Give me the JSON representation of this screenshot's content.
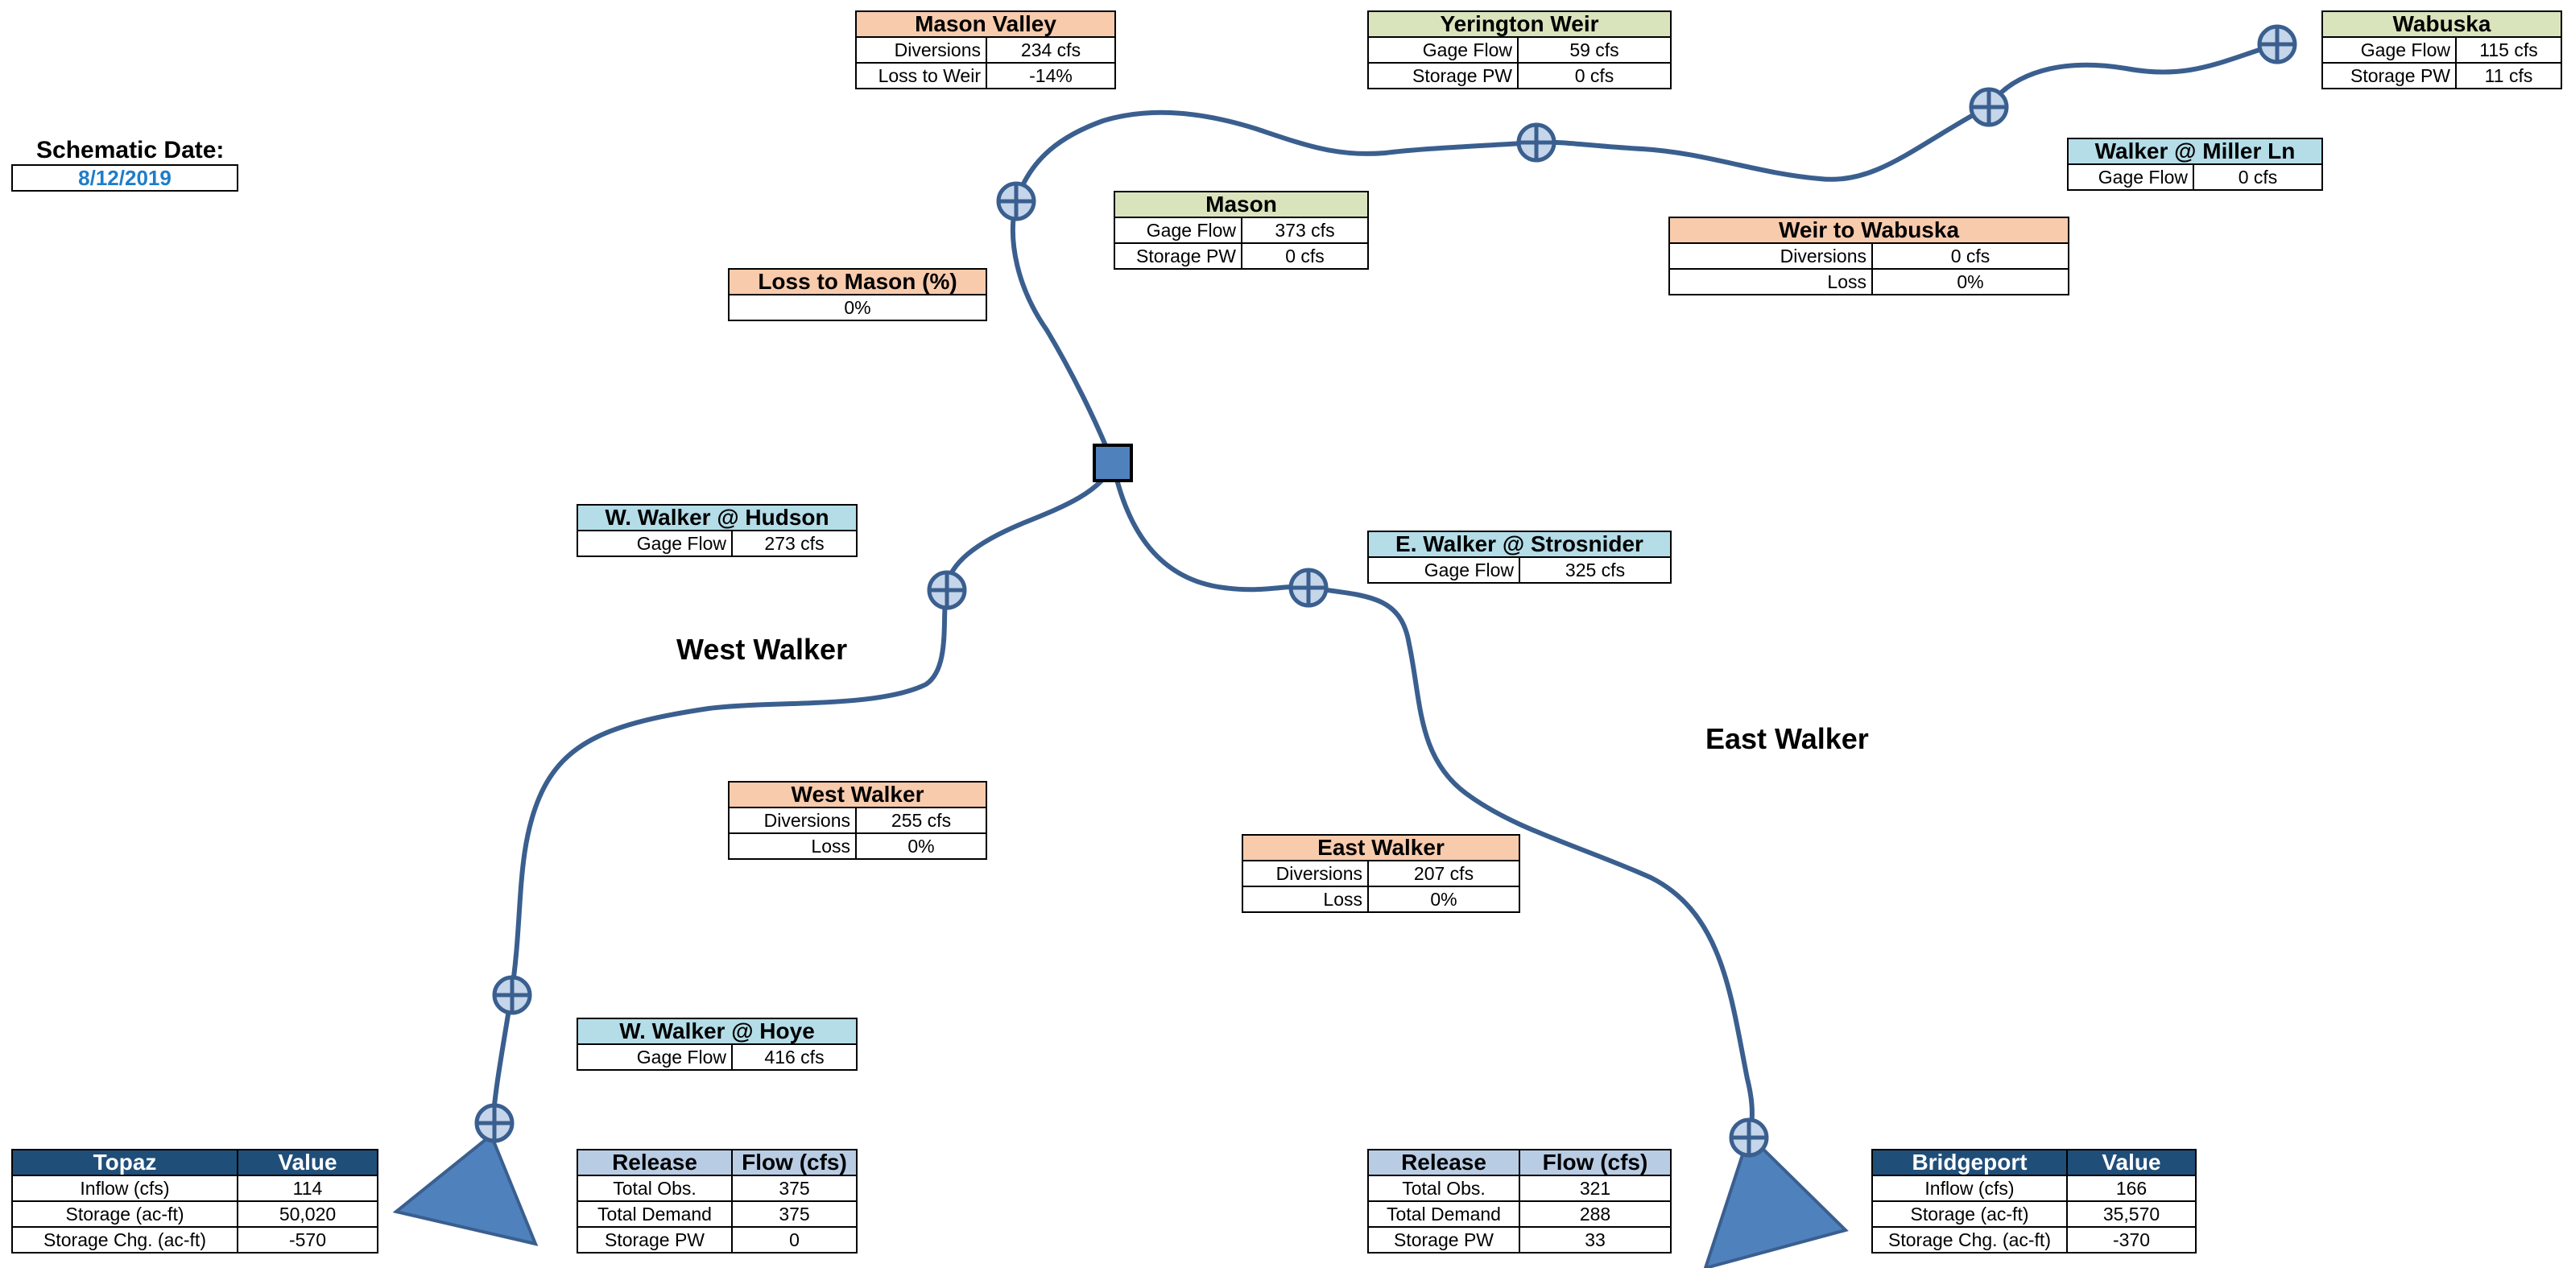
{
  "schematic": {
    "title": "Schematic Date:",
    "date": "8/12/2019"
  },
  "labels": {
    "west_walker": "West Walker",
    "east_walker": "East Walker"
  },
  "mason_valley": {
    "title": "Mason Valley",
    "rows": [
      {
        "k": "Diversions",
        "v": "234 cfs"
      },
      {
        "k": "Loss to Weir",
        "v": "-14%"
      }
    ]
  },
  "yerington_weir": {
    "title": "Yerington Weir",
    "rows": [
      {
        "k": "Gage Flow",
        "v": "59 cfs"
      },
      {
        "k": "Storage PW",
        "v": "0 cfs"
      }
    ]
  },
  "wabuska": {
    "title": "Wabuska",
    "rows": [
      {
        "k": "Gage Flow",
        "v": "115 cfs"
      },
      {
        "k": "Storage PW",
        "v": "11 cfs"
      }
    ]
  },
  "walker_miller": {
    "title": "Walker @ Miller Ln",
    "rows": [
      {
        "k": "Gage Flow",
        "v": "0 cfs"
      }
    ]
  },
  "mason": {
    "title": "Mason",
    "rows": [
      {
        "k": "Gage Flow",
        "v": "373 cfs"
      },
      {
        "k": "Storage PW",
        "v": "0 cfs"
      }
    ]
  },
  "weir_wabuska": {
    "title": "Weir to Wabuska",
    "rows": [
      {
        "k": "Diversions",
        "v": "0 cfs"
      },
      {
        "k": "Loss",
        "v": "0%"
      }
    ]
  },
  "loss_mason": {
    "title": "Loss to Mason (%)",
    "value": "0%"
  },
  "ww_hudson": {
    "title": "W. Walker @ Hudson",
    "rows": [
      {
        "k": "Gage Flow",
        "v": "273 cfs"
      }
    ]
  },
  "ew_strosnider": {
    "title": "E. Walker @ Strosnider",
    "rows": [
      {
        "k": "Gage Flow",
        "v": "325 cfs"
      }
    ]
  },
  "west_walker_box": {
    "title": "West Walker",
    "rows": [
      {
        "k": "Diversions",
        "v": "255 cfs"
      },
      {
        "k": "Loss",
        "v": "0%"
      }
    ]
  },
  "east_walker_box": {
    "title": "East Walker",
    "rows": [
      {
        "k": "Diversions",
        "v": "207 cfs"
      },
      {
        "k": "Loss",
        "v": "0%"
      }
    ]
  },
  "ww_hoye": {
    "title": "W. Walker @ Hoye",
    "rows": [
      {
        "k": "Gage Flow",
        "v": "416 cfs"
      }
    ]
  },
  "topaz": {
    "h1": "Topaz",
    "h2": "Value",
    "rows": [
      {
        "k": "Inflow (cfs)",
        "v": "114"
      },
      {
        "k": "Storage (ac-ft)",
        "v": "50,020"
      },
      {
        "k": "Storage Chg. (ac-ft)",
        "v": "-570"
      }
    ]
  },
  "release_west": {
    "h1": "Release",
    "h2": "Flow (cfs)",
    "rows": [
      {
        "k": "Total Obs.",
        "v": "375"
      },
      {
        "k": "Total Demand",
        "v": "375"
      },
      {
        "k": "Storage PW",
        "v": "0"
      }
    ]
  },
  "release_east": {
    "h1": "Release",
    "h2": "Flow (cfs)",
    "rows": [
      {
        "k": "Total Obs.",
        "v": "321"
      },
      {
        "k": "Total Demand",
        "v": "288"
      },
      {
        "k": "Storage PW",
        "v": "33"
      }
    ]
  },
  "bridgeport": {
    "h1": "Bridgeport",
    "h2": "Value",
    "rows": [
      {
        "k": "Inflow (cfs)",
        "v": "166"
      },
      {
        "k": "Storage (ac-ft)",
        "v": "35,570"
      },
      {
        "k": "Storage Chg. (ac-ft)",
        "v": "-370"
      }
    ]
  },
  "colors": {
    "river": "#3a5f8f",
    "node_fill": "#4f81bd",
    "gage_fill": "#c5d5ea"
  }
}
